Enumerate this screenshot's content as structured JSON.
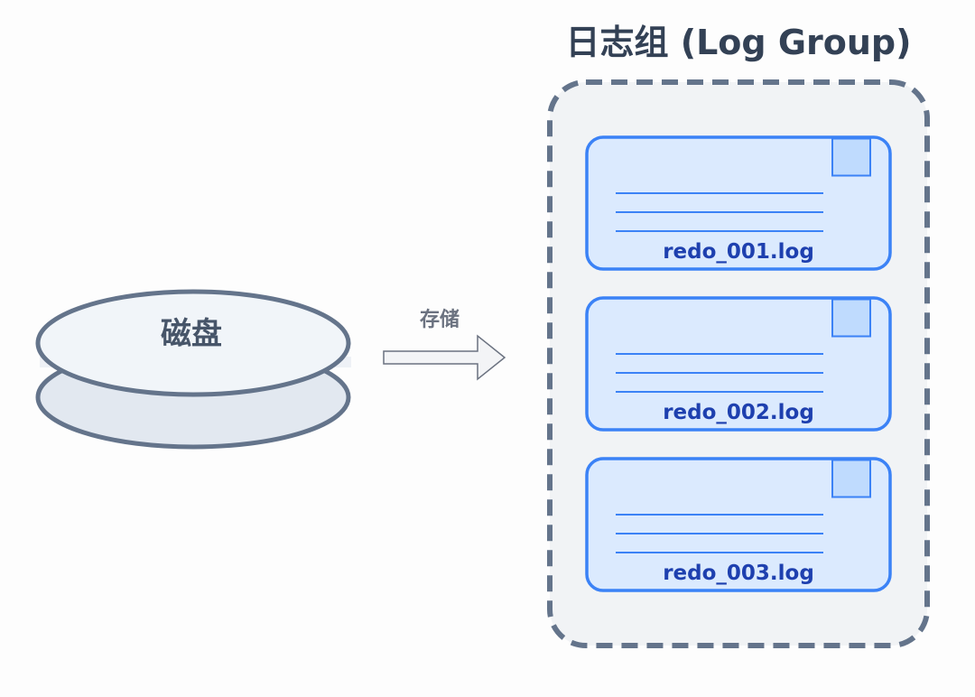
{
  "group": {
    "title": "日志组 (Log Group)",
    "files": [
      {
        "name": "redo_001.log"
      },
      {
        "name": "redo_002.log"
      },
      {
        "name": "redo_003.log"
      }
    ]
  },
  "disk": {
    "label": "磁盘"
  },
  "arrow": {
    "label": "存储"
  },
  "colors": {
    "stroke_dark": "#64748b",
    "disk_top_fill": "#f1f5f9",
    "disk_bottom_fill": "#e2e8f0",
    "group_fill": "#f1f3f5",
    "file_fill": "#dbeafe",
    "file_stroke": "#3b82f6",
    "corner_fill": "#bfdbfe",
    "file_text": "#1e40af",
    "arrow_fill": "#f3f4f6",
    "arrow_stroke": "#6b7280"
  }
}
